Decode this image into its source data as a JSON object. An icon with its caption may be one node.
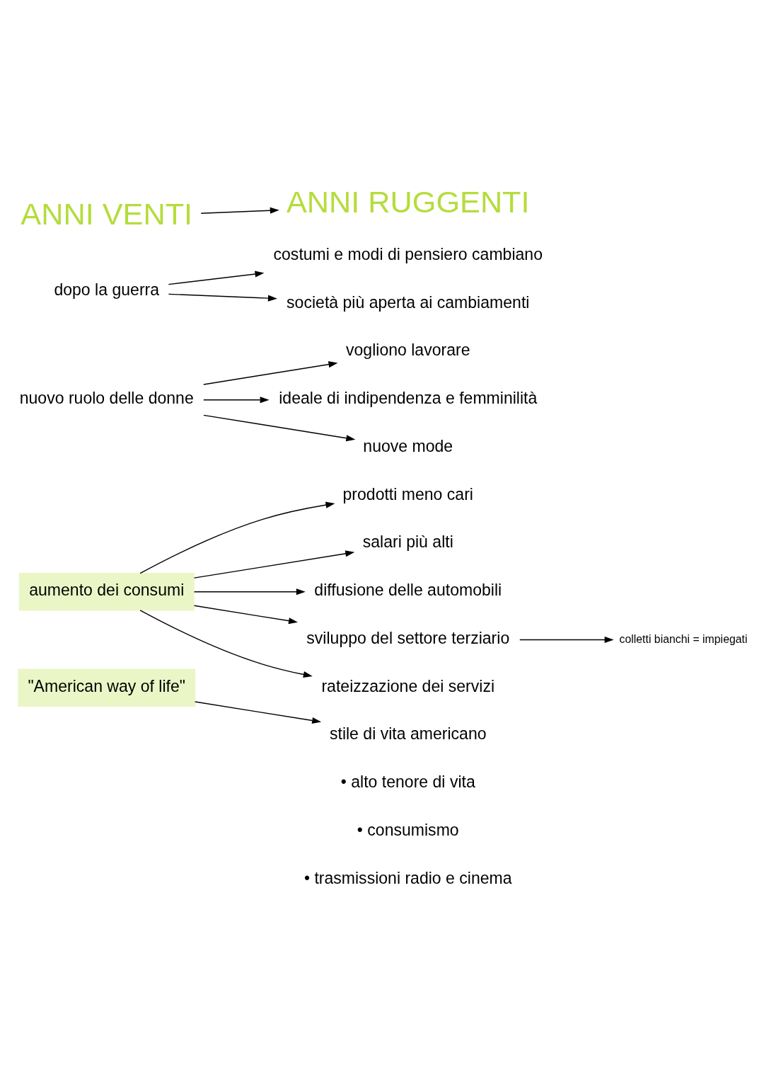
{
  "diagram": {
    "nodes": [
      {
        "text": [
          "ANNI VENTI"
        ]
      },
      {
        "text": [
          "ANNI RUGGENTI"
        ]
      },
      {
        "text": [
          "dopo la guerra"
        ]
      },
      {
        "text": [
          "costumi e modi di pensiero cambiano"
        ]
      },
      {
        "text": [
          "società più aperta ai cambiamenti"
        ]
      },
      {
        "text": [
          "nuovo ruolo delle donne"
        ]
      },
      {
        "text": [
          "vogliono lavorare"
        ]
      },
      {
        "text": [
          "ideale di indipendenza e femminilità"
        ]
      },
      {
        "text": [
          "nuove mode"
        ]
      },
      {
        "text": [
          "aumento dei consumi"
        ]
      },
      {
        "text": [
          "prodotti meno cari"
        ]
      },
      {
        "text": [
          "salari più alti"
        ]
      },
      {
        "text": [
          "diffusione delle automobili"
        ]
      },
      {
        "text": [
          "sviluppo del settore terziario"
        ]
      },
      {
        "text": [
          "rateizzazione dei servizi"
        ]
      },
      {
        "text": [
          "colletti bianchi = impiegati"
        ]
      },
      {
        "text": [
          "\"American way of life\""
        ]
      },
      {
        "text": [
          "stile di vita americano"
        ]
      }
    ],
    "edges": [
      {
        "from": 0,
        "to": 1,
        "arrow": "to"
      },
      {
        "from": 2,
        "to": 3,
        "arrow": "to"
      },
      {
        "from": 2,
        "to": 4,
        "arrow": "to"
      },
      {
        "from": 5,
        "to": 6,
        "arrow": "to"
      },
      {
        "from": 5,
        "to": 7,
        "arrow": "to"
      },
      {
        "from": 5,
        "to": 8,
        "arrow": "to"
      },
      {
        "from": 9,
        "to": 10,
        "arrow": "to"
      },
      {
        "from": 9,
        "to": 11,
        "arrow": "to"
      },
      {
        "from": 9,
        "to": 12,
        "arrow": "to"
      },
      {
        "from": 9,
        "to": 13,
        "arrow": "to"
      },
      {
        "from": 9,
        "to": 14,
        "arrow": "to"
      },
      {
        "from": 13,
        "to": 15,
        "arrow": "to"
      },
      {
        "from": 16,
        "to": 17,
        "arrow": "to"
      }
    ],
    "labels": [
      "• alto tenore di vita",
      "• consumismo",
      "• trasmissioni radio e cinema"
    ]
  }
}
